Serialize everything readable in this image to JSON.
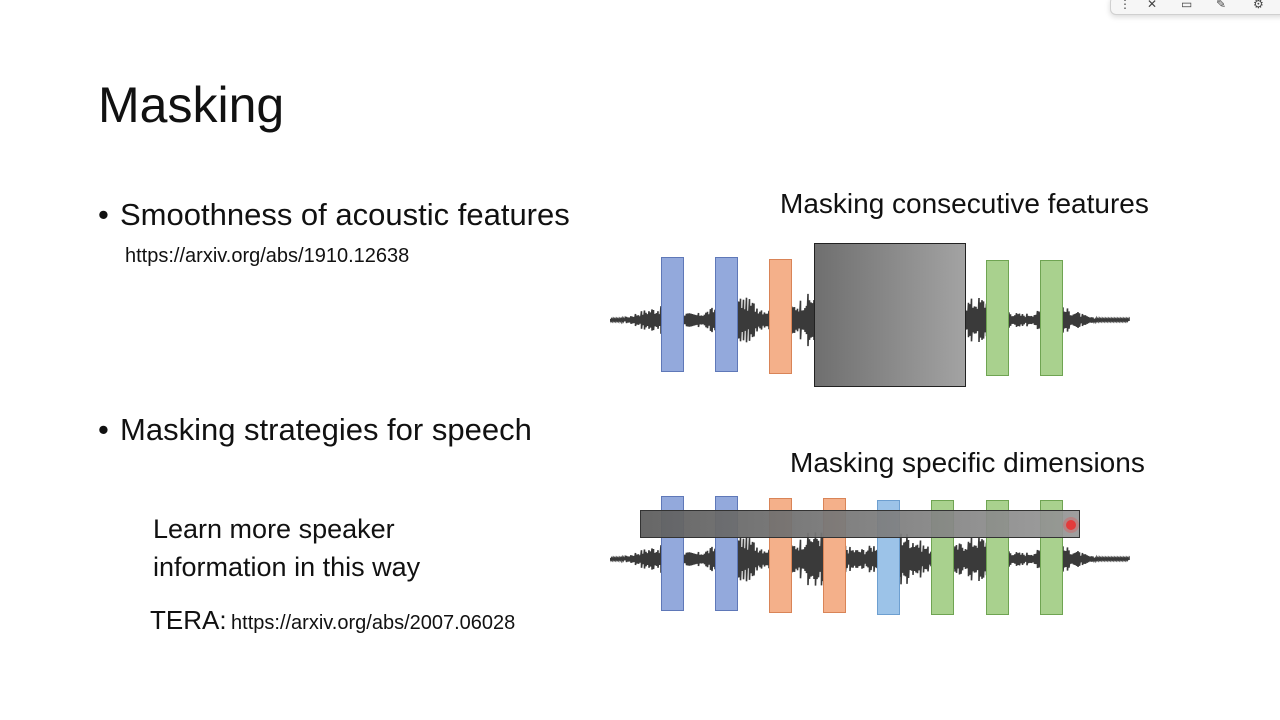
{
  "slide": {
    "title": "Masking",
    "bullets": [
      {
        "dot": "•",
        "text": "Smoothness of acoustic features"
      },
      {
        "dot": "•",
        "text": "Masking strategies for speech"
      }
    ],
    "link1": "https://arxiv.org/abs/1910.12638",
    "note_line1": "Learn more speaker",
    "note_line2": "information in this way",
    "tera_label": "TERA:",
    "tera_link": "https://arxiv.org/abs/2007.06028"
  },
  "diagram_top": {
    "caption": "Masking consecutive features",
    "bars": [
      "blue",
      "blue",
      "orange",
      "masked",
      "green",
      "green"
    ]
  },
  "diagram_bottom": {
    "caption": "Masking specific dimensions",
    "bars": [
      "blue",
      "blue",
      "orange",
      "orange",
      "light-blue",
      "green",
      "green",
      "green"
    ]
  },
  "toolbar": {
    "icons": [
      "pen-icon",
      "eraser-icon",
      "window-icon",
      "edit-icon",
      "settings-icon"
    ]
  },
  "colors": {
    "blue": "#93a9dc",
    "orange": "#f4b08a",
    "green": "#a9d18e",
    "light_blue": "#9cc3e8",
    "mask": "#8a8a8a",
    "pointer": "#e23b3b"
  }
}
